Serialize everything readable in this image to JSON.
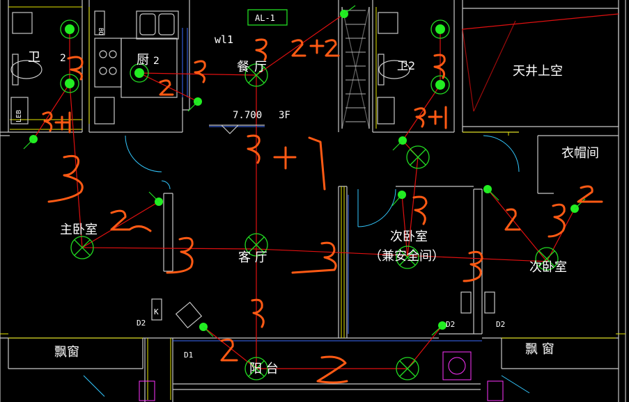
{
  "panel_label": "AL-1",
  "circuit_label": "wl1",
  "elevation": "7.700",
  "floor": "3F",
  "rooms": {
    "bath1": "卫",
    "bath1_sub": "2",
    "kitchen": "厨",
    "kitchen_sub": "2",
    "dining": "餐",
    "dining2": "厅",
    "bath2": "卫2",
    "skylight": "天井上空",
    "master": "主卧室",
    "living": "客 厅",
    "second": "次卧室",
    "second_sub": "（兼安全间）",
    "second2": "次卧室",
    "cloak": "衣帽间",
    "bay1": "飘窗",
    "bay2": "飘 窗",
    "balcony": "阳 台"
  },
  "tags": {
    "d1": "D1",
    "d2a": "D2",
    "d2b": "D2",
    "d2c": "D2",
    "k": "K",
    "bo": "BO",
    "leb": "LEB"
  },
  "annotations": [
    "3",
    "3",
    "3",
    "2+2",
    "3+1",
    "3+1",
    "3",
    "2",
    "3",
    "2",
    "3",
    "3",
    "2",
    "2"
  ],
  "colors": {
    "background": "#000000",
    "wall": "#c8c8c8",
    "wire": "#e01010",
    "fixture": "#22dd22",
    "handwriting": "#ff5a14",
    "door": "#33c8ff",
    "accent": "#e6e600"
  }
}
